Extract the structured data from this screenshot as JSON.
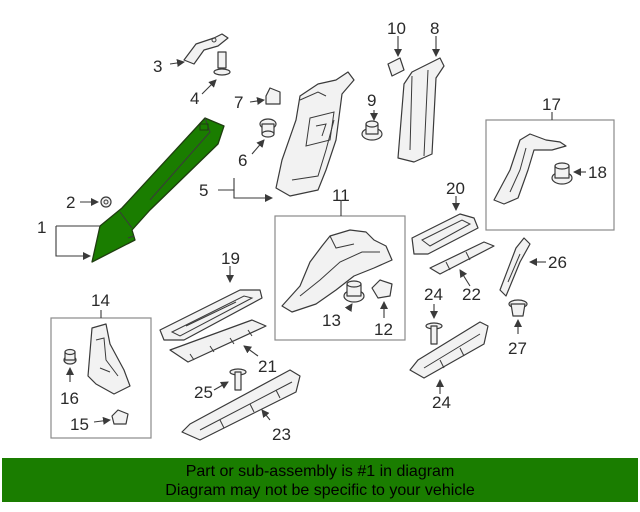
{
  "diagram": {
    "highlight_color": "#1a7d00",
    "callouts": [
      "1",
      "2",
      "3",
      "4",
      "5",
      "6",
      "7",
      "8",
      "9",
      "10",
      "11",
      "12",
      "13",
      "14",
      "15",
      "16",
      "17",
      "18",
      "19",
      "20",
      "21",
      "22",
      "23",
      "24",
      "25",
      "25",
      "26",
      "27"
    ]
  },
  "banner": {
    "line1": "Part or sub-assembly is #1 in diagram",
    "line2": "Diagram may not be specific to your vehicle",
    "background": "#1a7d00"
  }
}
